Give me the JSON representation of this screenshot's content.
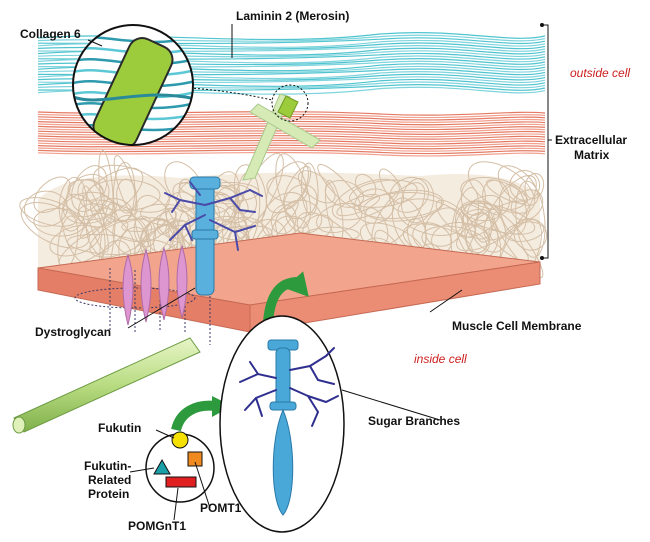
{
  "labels": {
    "laminin": "Laminin 2 (Merosin)",
    "collagen": "Collagen 6",
    "outside_cell": "outside cell",
    "extracellular_line1": "Extracellular",
    "extracellular_line2": "Matrix",
    "muscle_membrane": "Muscle Cell Membrane",
    "dystroglycan": "Dystroglycan",
    "inside_cell": "inside cell",
    "sugar_branches": "Sugar Branches",
    "fukutin": "Fukutin",
    "frp_line1": "Fukutin-",
    "frp_line2": "Related",
    "frp_line3": "Protein",
    "pomt1": "POMT1",
    "pomgnt1": "POMGnT1"
  },
  "colors": {
    "laminin_fiber": "#4fc4cf",
    "collagen_band": "#e8806a",
    "fibrin_mesh": "#d9c4ad",
    "membrane_top": "#f0a08a",
    "membrane_side": "#e47a63",
    "dystroglycan": "#3a9ad4",
    "sugar_chain": "#3b3b9e",
    "collagen_rod": "#9ccc3c",
    "arrow_green": "#2e9a3e",
    "helix_purple": "#d88ac8",
    "red_text": "#cc1f1f",
    "fukutin_yellow": "#f5e000",
    "frp_teal": "#1a9fa6",
    "pomt1_orange": "#f08a1e",
    "pomgnt1_red": "#e02020"
  }
}
